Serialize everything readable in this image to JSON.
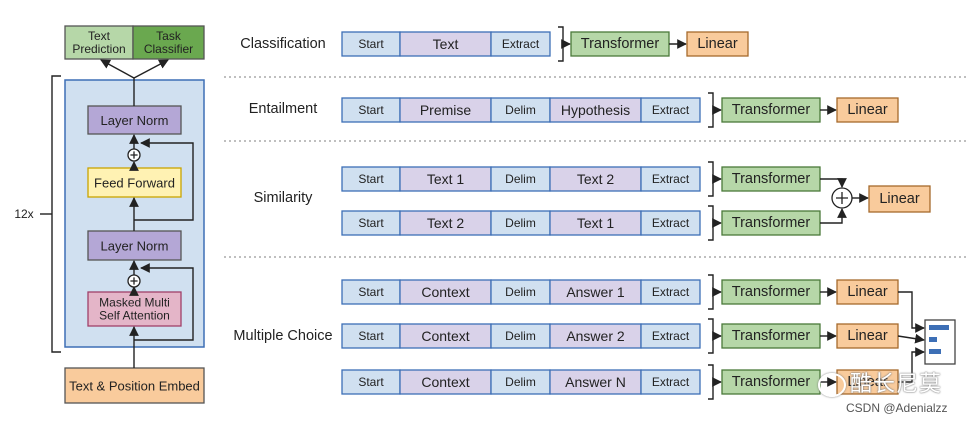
{
  "colors": {
    "green": "#b6d7a8",
    "green_dark": "#6aa84f",
    "blue": "#d0e0f0",
    "blue_stroke": "#3d6fb6",
    "purple": "#d9d2e9",
    "purple_dark": "#b4a7d6",
    "yellow": "#fff2b3",
    "pink": "#e4b5c8",
    "orange": "#f9cb9c"
  },
  "left": {
    "heads": [
      "Text\nPrediction",
      "Task\nClassifier"
    ],
    "repeat_label": "12x",
    "layer_norm_top": "Layer Norm",
    "feed_forward": "Feed Forward",
    "layer_norm_bottom": "Layer Norm",
    "attention": "Masked Multi\nSelf Attention",
    "embed": "Text & Position Embed"
  },
  "tasks": [
    {
      "name": "Classification",
      "rows": [
        [
          "Start",
          "Text",
          "Extract"
        ]
      ],
      "transformer": "Transformer",
      "linear": "Linear"
    },
    {
      "name": "Entailment",
      "rows": [
        [
          "Start",
          "Premise",
          "Delim",
          "Hypothesis",
          "Extract"
        ]
      ],
      "transformer": "Transformer",
      "linear": "Linear"
    },
    {
      "name": "Similarity",
      "rows": [
        [
          "Start",
          "Text 1",
          "Delim",
          "Text 2",
          "Extract"
        ],
        [
          "Start",
          "Text 2",
          "Delim",
          "Text 1",
          "Extract"
        ]
      ],
      "transformer": "Transformer",
      "linear": "Linear"
    },
    {
      "name": "Multiple Choice",
      "rows": [
        [
          "Start",
          "Context",
          "Delim",
          "Answer 1",
          "Extract"
        ],
        [
          "Start",
          "Context",
          "Delim",
          "Answer 2",
          "Extract"
        ],
        [
          "Start",
          "Context",
          "Delim",
          "Answer N",
          "Extract"
        ]
      ],
      "transformer": "Transformer",
      "linear": "Linear"
    }
  ],
  "watermark": "酷长尼莫",
  "credit": "CSDN @Adenialzz"
}
